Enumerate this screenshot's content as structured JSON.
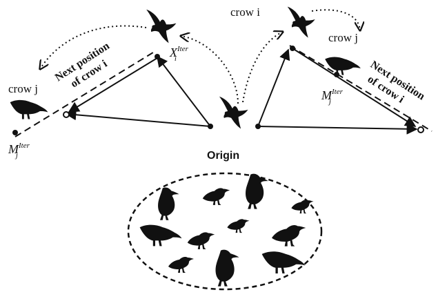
{
  "labels": {
    "crow_i_top": "crow i",
    "crow_j_left": "crow j",
    "crow_j_right": "crow j",
    "next_pos_left_line1": "Next position",
    "next_pos_left_line2": "of crow i",
    "next_pos_right_line1": "Next position",
    "next_pos_right_line2": "of crow i",
    "x_i_iter": "X",
    "x_i_sub": "i",
    "x_i_sup": "Iter",
    "m_j_left": "M",
    "m_j_left_sub": "j",
    "m_j_left_sup": "Iter",
    "m_j_right": "M",
    "m_j_right_sub": "j",
    "m_j_right_sup": "Iter",
    "origin": "Origin"
  },
  "colors": {
    "ink": "#111111",
    "background": "#ffffff"
  },
  "icons": [
    "flying-crow-icon",
    "standing-crow-icon",
    "perched-crow-icon"
  ]
}
